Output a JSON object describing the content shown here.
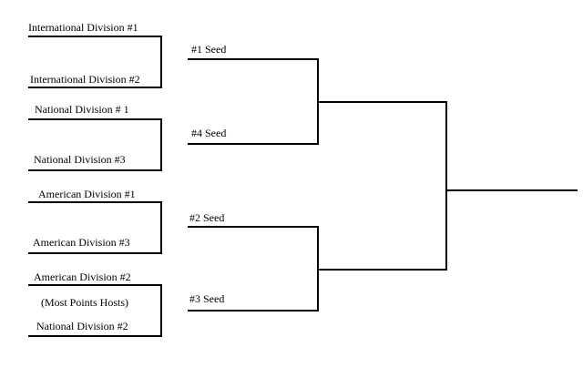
{
  "round1": {
    "match1": {
      "top": "International Division #1",
      "bottom": "International Division #2"
    },
    "match2": {
      "top": "National Division # 1",
      "bottom": "National Division #3"
    },
    "match3": {
      "top": "American Division #1",
      "bottom": "American Division #3"
    },
    "match4": {
      "top": "American Division #2",
      "note": "(Most Points Hosts)",
      "bottom": "National Division #2"
    }
  },
  "round2": {
    "seed1": "#1 Seed",
    "seed4": "#4 Seed",
    "seed2": "#2 Seed",
    "seed3": "#3 Seed"
  },
  "colors": {
    "line": "#000000",
    "background": "#ffffff"
  }
}
